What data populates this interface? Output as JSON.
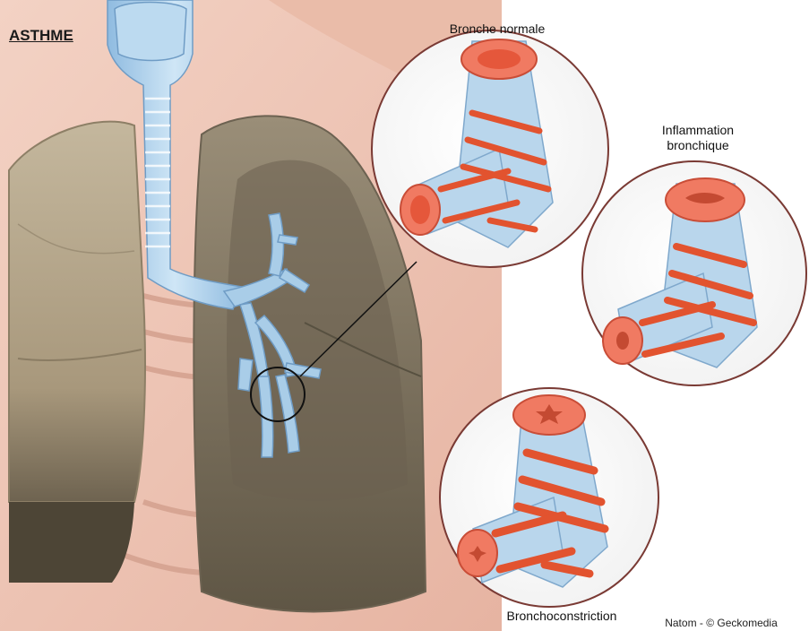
{
  "title": "ASTHME",
  "labels": {
    "normal": "Bronche normale",
    "inflammation_line1": "Inflammation",
    "inflammation_line2": "bronchique",
    "bronchoconstriction": "Bronchoconstriction"
  },
  "credit": "Natom - © Geckomedia",
  "colors": {
    "background": "#ffffff",
    "skin": "#efc6b7",
    "skin_shadow": "#dca896",
    "lung_right": "#b9ab92",
    "lung_left": "#7d7361",
    "lung_dark": "#58503f",
    "airway": "#a9cde8",
    "airway_ring": "#dbeefa",
    "muscle": "#e2532f",
    "lumen": "#f07a62"
  }
}
